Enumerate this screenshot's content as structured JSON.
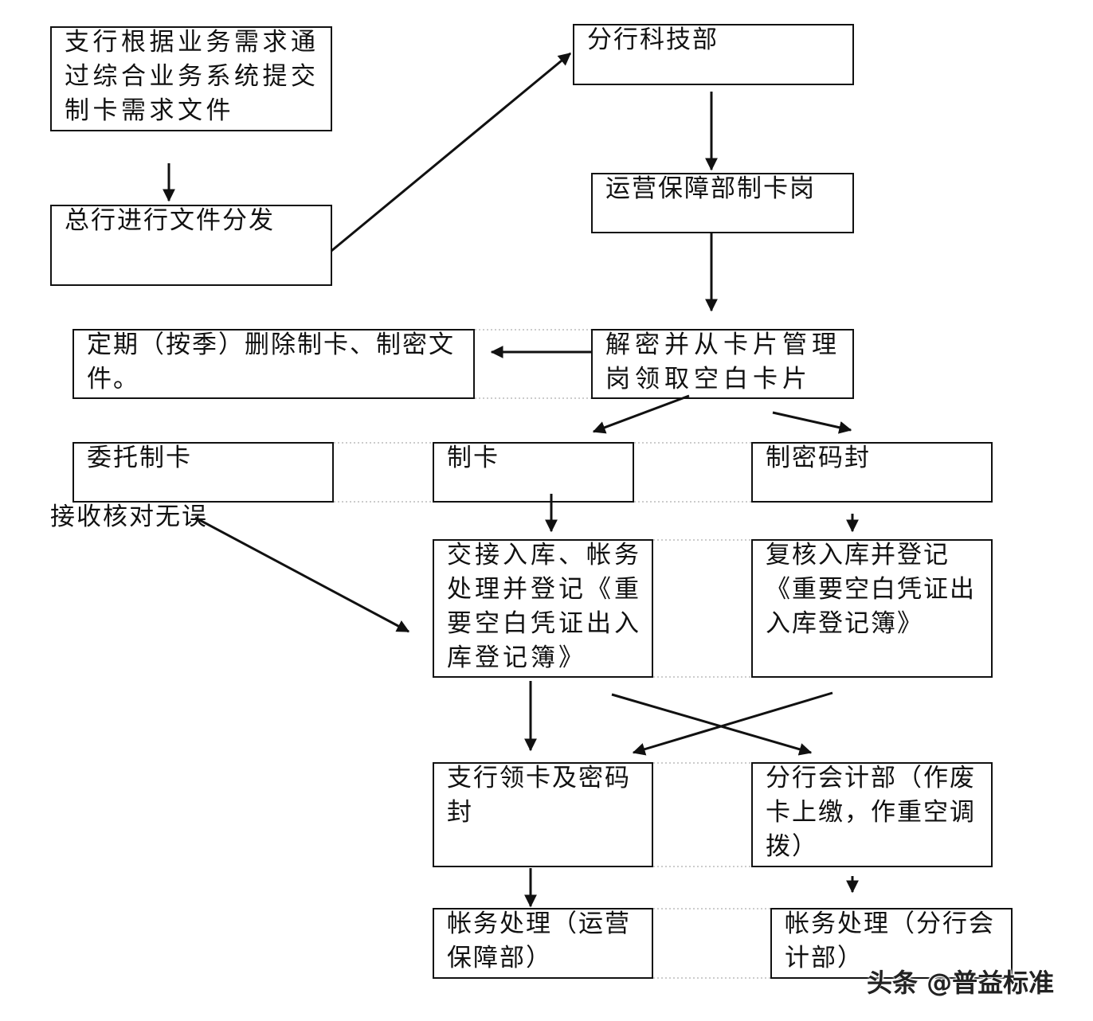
{
  "diagram": {
    "nodes": {
      "branch_request": {
        "lines": [
          "支行根据业务需求通",
          "过综合业务系统提交",
          "制卡需求文件"
        ]
      },
      "hq_distribute": {
        "lines": [
          "总行进行文件分发"
        ]
      },
      "branch_tech": {
        "lines": [
          "分行科技部"
        ]
      },
      "ops_card_post": {
        "lines": [
          "运营保障部制卡岗"
        ]
      },
      "decrypt_collect": {
        "lines": [
          "解密并从卡片管理",
          "岗领取空白卡片"
        ]
      },
      "delete_files": {
        "lines": [
          "定期（按季）删除制卡、制密文",
          "件。"
        ]
      },
      "outsourced_card": {
        "lines": [
          "委托制卡"
        ]
      },
      "make_card": {
        "lines": [
          "制卡"
        ]
      },
      "make_pin_envelope": {
        "lines": [
          "制密码封"
        ]
      },
      "handover_register": {
        "lines": [
          "交接入库、帐务",
          "处理并登记《重",
          "要空白凭证出入",
          "库登记簿》"
        ]
      },
      "review_register": {
        "lines": [
          "复核入库并登记",
          "《重要空白凭证出",
          "入库登记簿》"
        ]
      },
      "branch_collect": {
        "lines": [
          "支行领卡及密码",
          "封"
        ]
      },
      "branch_accounting": {
        "lines": [
          "分行会计部（作废",
          "卡上缴，作重空调",
          "拨）"
        ]
      },
      "accounting_ops": {
        "lines": [
          "帐务处理（运营",
          "保障部）"
        ]
      },
      "accounting_branch": {
        "lines": [
          "帐务处理（分行会",
          "计部）"
        ]
      }
    },
    "labels": {
      "receive_check": "接收核对无误"
    }
  },
  "watermark": "头条 @普益标准",
  "colors": {
    "stroke": "#111111",
    "background": "#ffffff",
    "connector_dotted": "#bbbbbb"
  }
}
